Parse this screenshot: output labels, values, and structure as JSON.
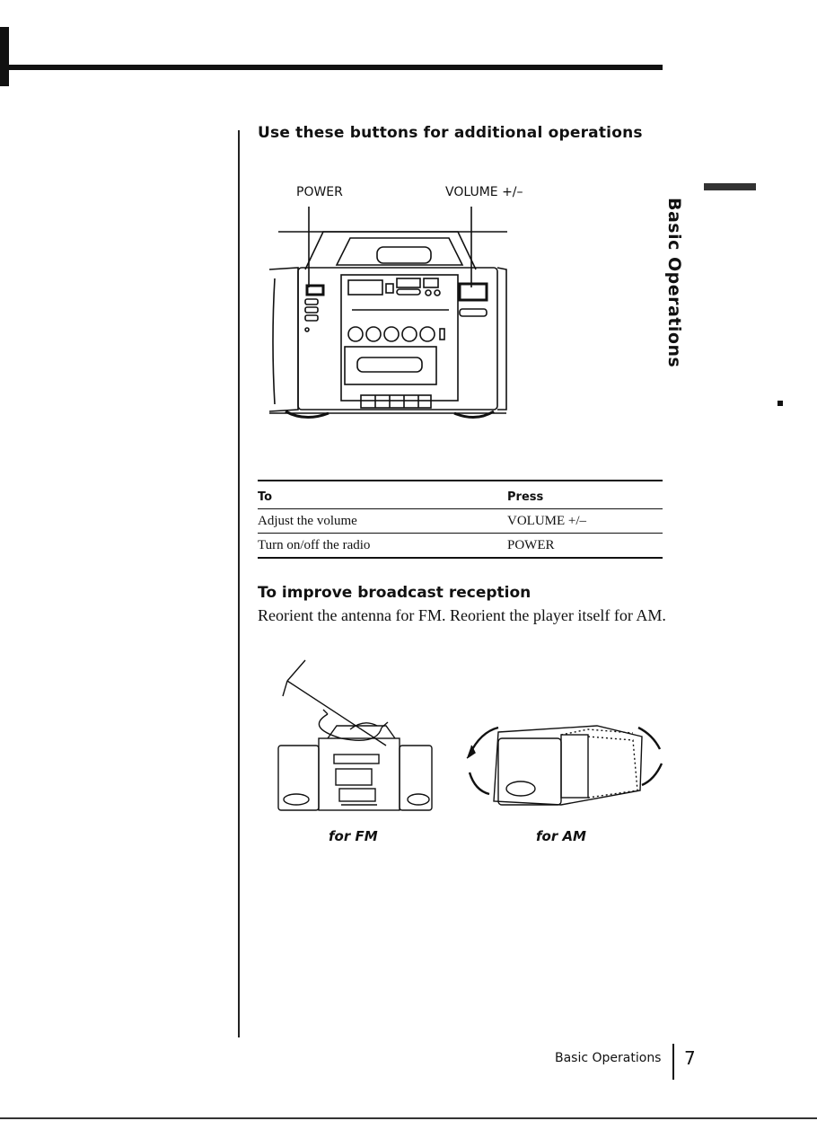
{
  "heading": "Use these buttons for additional operations",
  "diagram": {
    "label_power": "POWER",
    "label_volume": "VOLUME +/–"
  },
  "side_tab": "Basic Operations",
  "table": {
    "headers": [
      "To",
      "Press"
    ],
    "rows": [
      [
        "Adjust the volume",
        "VOLUME +/–"
      ],
      [
        "Turn on/off the radio",
        "POWER"
      ]
    ]
  },
  "subheading": "To improve broadcast reception",
  "body": "Reorient the antenna for FM. Reorient the player itself for AM.",
  "captions": {
    "fm": "for FM",
    "am": "for AM"
  },
  "footer": {
    "section": "Basic Operations",
    "page": "7"
  }
}
